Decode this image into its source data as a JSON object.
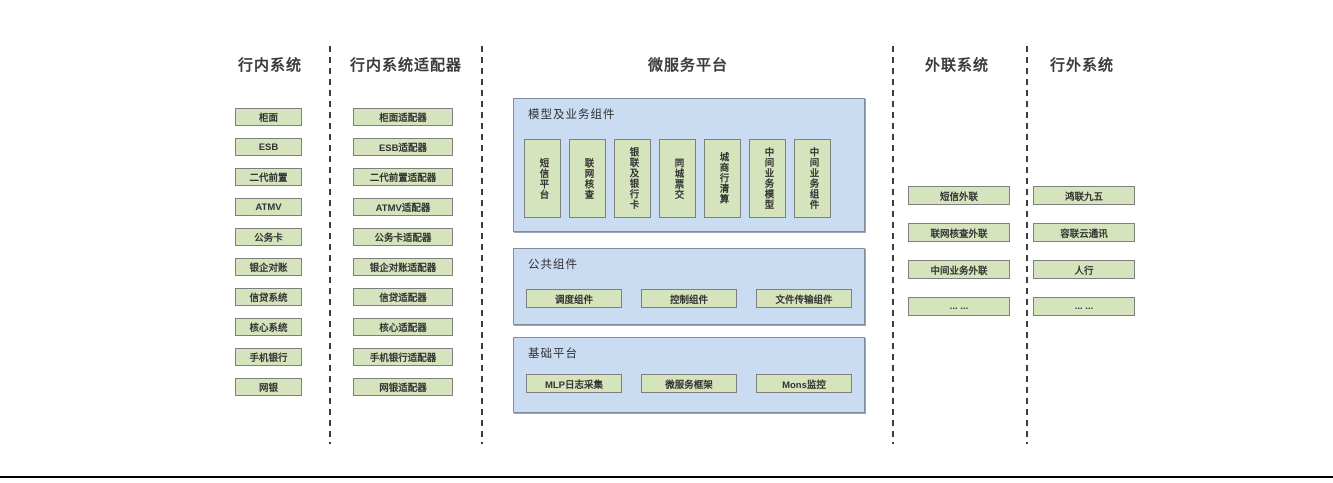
{
  "diagram": {
    "columns": {
      "internal": {
        "title": "行内系统",
        "items": [
          "柜面",
          "ESB",
          "二代前置",
          "ATMV",
          "公务卡",
          "银企对账",
          "信贷系统",
          "核心系统",
          "手机银行",
          "网银"
        ]
      },
      "adapters": {
        "title": "行内系统适配器",
        "items": [
          "柜面适配器",
          "ESB适配器",
          "二代前置适配器",
          "ATMV适配器",
          "公务卡适配器",
          "银企对账适配器",
          "信贷适配器",
          "核心适配器",
          "手机银行适配器",
          "网银适配器"
        ]
      },
      "platform": {
        "title": "微服务平台",
        "model_section": {
          "label": "模型及业务组件",
          "items": [
            "短信平台",
            "联网核查",
            "银联及银行卡",
            "同城票交",
            "城商行清算",
            "中间业务模型",
            "中间业务组件"
          ]
        },
        "common_section": {
          "label": "公共组件",
          "items": [
            "调度组件",
            "控制组件",
            "文件传输组件"
          ]
        },
        "base_section": {
          "label": "基础平台",
          "items": [
            "MLP日志采集",
            "微服务框架",
            "Mons监控"
          ]
        }
      },
      "external_link": {
        "title": "外联系统",
        "items": [
          "短信外联",
          "联网核查外联",
          "中间业务外联",
          "... ..."
        ]
      },
      "external": {
        "title": "行外系统",
        "items": [
          "鸿联九五",
          "容联云通讯",
          "人行",
          "... ..."
        ]
      }
    },
    "colors": {
      "node_fill": "#d6e4bd",
      "node_border": "#7f7f7f",
      "panel_fill": "#c9dcf2",
      "panel_border": "#7f8f9f",
      "text": "#3f3f3f",
      "separator": "#3d3d3d",
      "bottom_rule": "#000000"
    }
  }
}
